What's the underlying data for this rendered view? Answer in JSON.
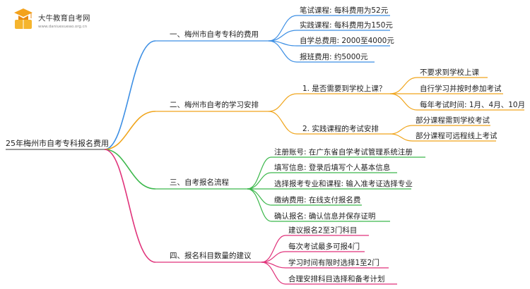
{
  "logo": {
    "title": "大牛教育自考网",
    "url": "www.daniuexueao.org.cn"
  },
  "root": "25年梅州市自考专科报名费用",
  "branches": [
    {
      "label": "一、梅州市自考专科的费用",
      "color": "#3d8fe4",
      "children": [
        {
          "label": "笔试课程: 每科费用为52元"
        },
        {
          "label": "实践课程: 每科费用为150元"
        },
        {
          "label": "自学总费用: 2000至4000元"
        },
        {
          "label": "报班费用: 约5000元"
        }
      ]
    },
    {
      "label": "二、梅州市自考的学习安排",
      "color": "#f0a51c",
      "children": [
        {
          "label": "1. 是否需要到学校上课？",
          "children": [
            {
              "label": "不要求到学校上课"
            },
            {
              "label": "自行学习并按时参加考试"
            },
            {
              "label": "每年考试时间: 1月、4月、10月"
            }
          ]
        },
        {
          "label": "2. 实践课程的考试安排",
          "children": [
            {
              "label": "部分课程需到学校考试"
            },
            {
              "label": "部分课程可远程线上考试"
            }
          ]
        }
      ]
    },
    {
      "label": "三、自考报名流程",
      "color": "#3cb84c",
      "children": [
        {
          "label": "注册账号: 在广东省自学考试管理系统注册"
        },
        {
          "label": "填写信息: 登录后填写个人基本信息"
        },
        {
          "label": "选择报考专业和课程: 输入准考证选择专业"
        },
        {
          "label": "缴纳费用: 在线支付报名费"
        },
        {
          "label": "确认报名: 确认信息并保存证明"
        }
      ]
    },
    {
      "label": "四、报名科目数量的建议",
      "color": "#e0327a",
      "children": [
        {
          "label": "建议报名2至3门科目"
        },
        {
          "label": "每次考试最多可报4门"
        },
        {
          "label": "学习时间有限时选择1至2门"
        },
        {
          "label": "合理安排科目选择和备考计划"
        }
      ]
    }
  ]
}
